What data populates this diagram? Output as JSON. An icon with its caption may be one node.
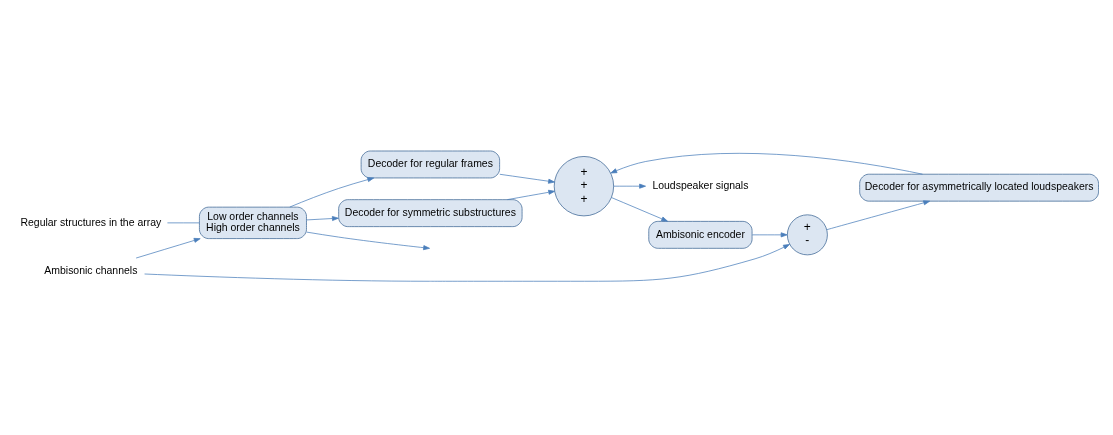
{
  "diagram": {
    "nodes": [
      {
        "text": [
          "Regular structures in the array"
        ]
      },
      {
        "text": [
          "Ambisonic channels"
        ]
      },
      {
        "text": [
          "Low order channels",
          "High order channels"
        ]
      },
      {
        "text": [
          "Decoder for regular frames"
        ]
      },
      {
        "text": [
          "Decoder for symmetric substructures"
        ]
      },
      {
        "text": [
          "+",
          "-"
        ]
      },
      {
        "text": [
          "Decoder for asymmetrically located loudspeakers"
        ]
      },
      {
        "text": [
          "+",
          "+",
          "+"
        ]
      },
      {
        "text": [
          "Loudspeaker signals"
        ]
      },
      {
        "text": [
          "Ambisonic encoder"
        ]
      }
    ],
    "edges": [
      {
        "from": 1,
        "to": 2,
        "arrow": "to"
      },
      {
        "from": 1,
        "to": 5,
        "arrow": "to"
      },
      {
        "from": 0,
        "to": 2,
        "arrow": "none"
      },
      {
        "from": 2,
        "to": null,
        "arrow": "to"
      },
      {
        "from": 2,
        "to": 3,
        "arrow": "to"
      },
      {
        "from": 2,
        "to": 4,
        "arrow": "to"
      },
      {
        "from": 3,
        "to": 7,
        "arrow": "to"
      },
      {
        "from": 4,
        "to": 7,
        "arrow": "to"
      },
      {
        "from": 5,
        "to": 6,
        "arrow": "to"
      },
      {
        "from": 6,
        "to": 7,
        "arrow": "to"
      },
      {
        "from": 7,
        "to": 8,
        "arrow": "to"
      },
      {
        "from": 7,
        "to": 9,
        "arrow": "to"
      },
      {
        "from": 9,
        "to": 5,
        "arrow": "to"
      }
    ]
  }
}
